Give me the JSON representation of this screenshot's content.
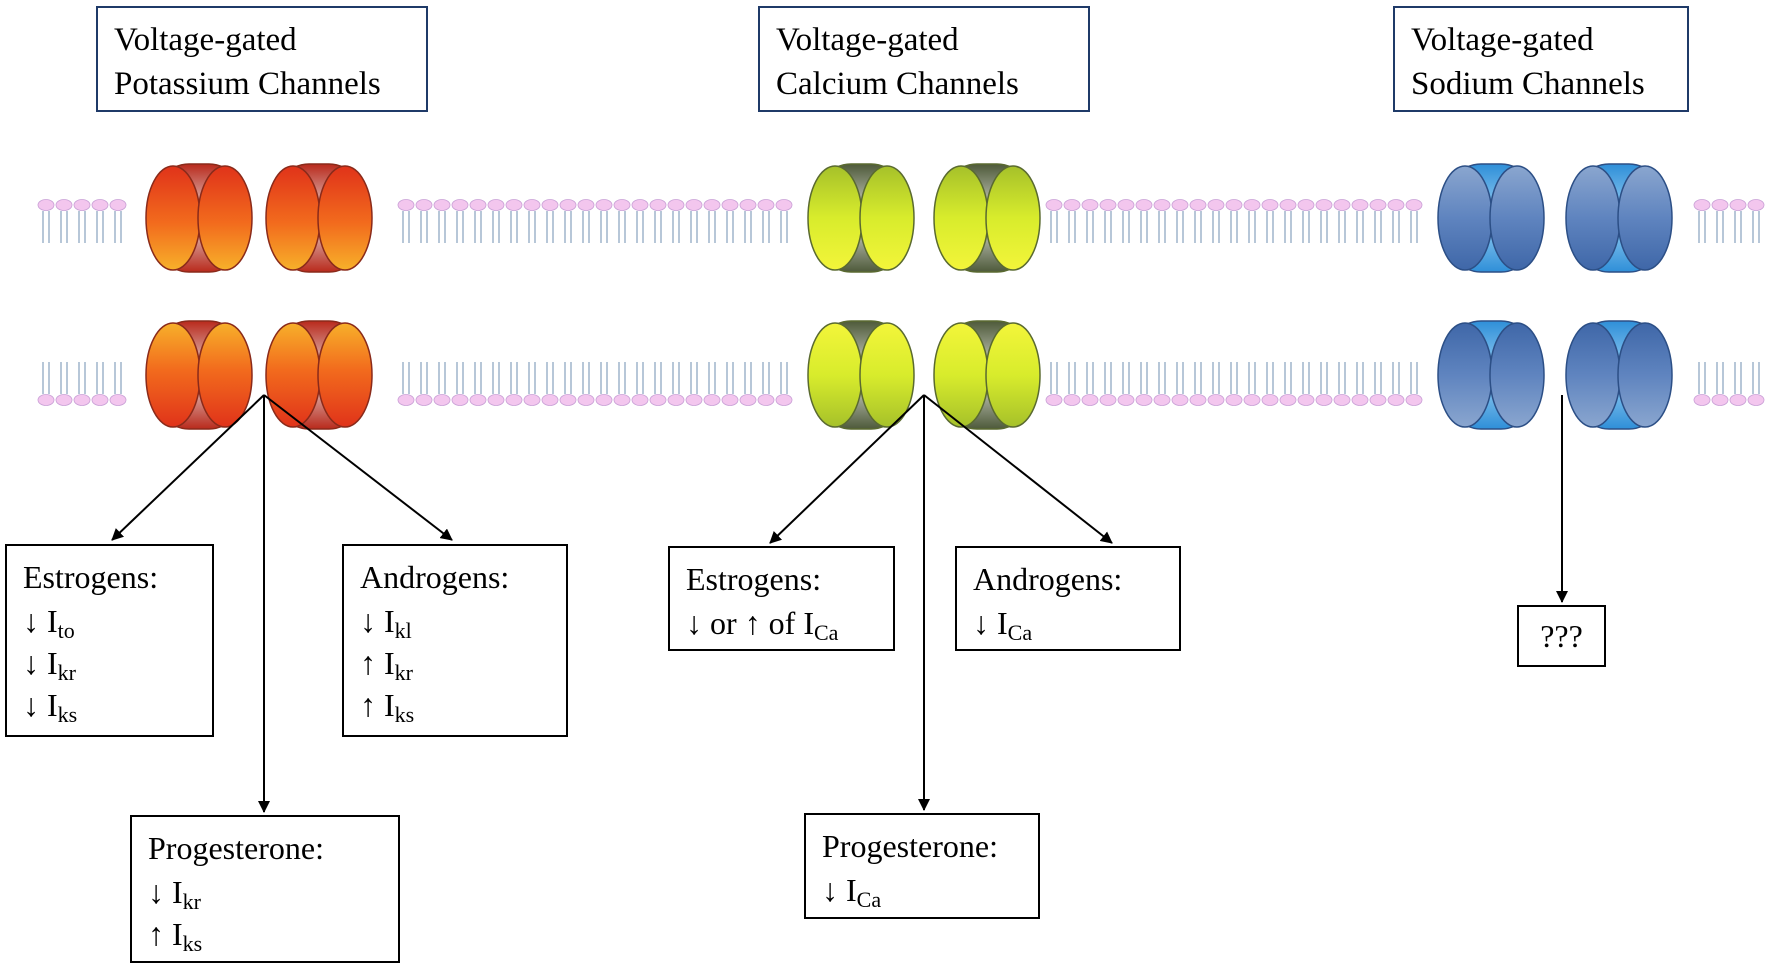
{
  "titles": {
    "potassium": {
      "line1": "Voltage-gated",
      "line2": "Potassium Channels"
    },
    "calcium": {
      "line1": "Voltage-gated",
      "line2": "Calcium Channels"
    },
    "sodium": {
      "line1": "Voltage-gated",
      "line2": "Sodium Channels"
    }
  },
  "potassium": {
    "estrogens": {
      "header": "Estrogens:",
      "effects": [
        {
          "arrow": "↓",
          "symbol": "I",
          "sub": "to"
        },
        {
          "arrow": "↓",
          "symbol": "I",
          "sub": "kr"
        },
        {
          "arrow": "↓",
          "symbol": "I",
          "sub": "ks"
        }
      ]
    },
    "androgens": {
      "header": "Androgens:",
      "effects": [
        {
          "arrow": "↓",
          "symbol": "I",
          "sub": "kl"
        },
        {
          "arrow": "↑",
          "symbol": "I",
          "sub": "kr"
        },
        {
          "arrow": "↑",
          "symbol": "I",
          "sub": "ks"
        }
      ]
    },
    "progesterone": {
      "header": "Progesterone:",
      "effects": [
        {
          "arrow": "↓",
          "symbol": "I",
          "sub": "kr"
        },
        {
          "arrow": "↑",
          "symbol": "I",
          "sub": "ks"
        }
      ]
    }
  },
  "calcium": {
    "estrogens": {
      "header": "Estrogens:",
      "effects": [
        {
          "arrow": "↓ or ↑ of",
          "symbol": "I",
          "sub": "Ca"
        }
      ]
    },
    "androgens": {
      "header": "Androgens:",
      "effects": [
        {
          "arrow": "↓",
          "symbol": "I",
          "sub": "Ca"
        }
      ]
    },
    "progesterone": {
      "header": "Progesterone:",
      "effects": [
        {
          "arrow": "↓",
          "symbol": "I",
          "sub": "Ca"
        }
      ]
    }
  },
  "sodium": {
    "unknown": "???"
  },
  "colors": {
    "potassium": "#e8421c",
    "calcium": "#d9ee2a",
    "sodium": "#4fa8e0",
    "lipid_head": "#f3c6ee",
    "title_border": "#1f3a68"
  }
}
